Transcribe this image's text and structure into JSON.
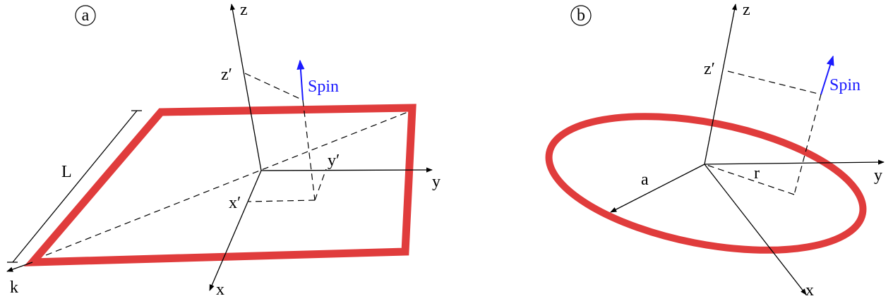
{
  "panel_a": {
    "marker": "a",
    "axis_z": "z",
    "axis_y": "y",
    "axis_x": "x",
    "prime_z": "z′",
    "prime_y": "y′",
    "prime_x": "x′",
    "spin": "Spin",
    "side_length": "L",
    "k": "k"
  },
  "panel_b": {
    "marker": "b",
    "axis_z": "z",
    "axis_y": "y",
    "axis_x": "x",
    "prime_z": "z′",
    "spin": "Spin",
    "radius": "a",
    "distance": "r"
  },
  "colors": {
    "loop": "#e03c3c",
    "spin": "#1a1aff"
  }
}
